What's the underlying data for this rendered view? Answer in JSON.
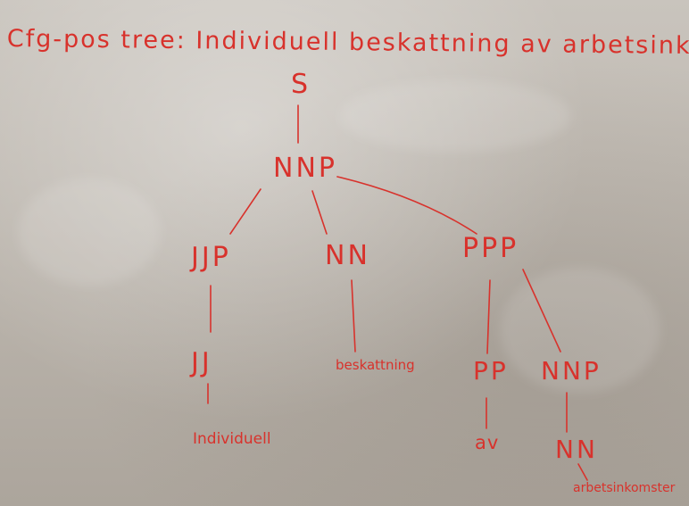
{
  "title": "Cfg-pos tree: Individuell beskattning av arbetsinkomster",
  "nodes": {
    "s": "S",
    "nnp_top": "NNP",
    "jjp": "JJP",
    "nn_mid": "NN",
    "ppp": "PPP",
    "jj": "JJ",
    "word_individuell": "Individuell",
    "word_beskattning": "beskattning",
    "pp": "PP",
    "nnp_low": "NNP",
    "word_av": "av",
    "nn_low": "NN",
    "word_arbetsinkomster": "arbetsinkomster"
  },
  "ink_color": "#d8322c"
}
